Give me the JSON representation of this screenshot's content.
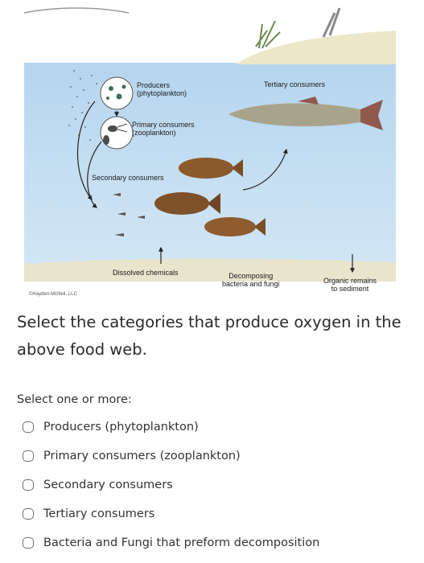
{
  "diagram": {
    "labels": {
      "producers": [
        "Producers",
        "(phytoplankton)"
      ],
      "primary": [
        "Primary consumers",
        "(zooplankton)"
      ],
      "secondary": "Secondary consumers",
      "tertiary": "Tertiary consumers",
      "dissolved": "Dissolved chemicals",
      "decomposing": [
        "Decomposing",
        "bacteria and fungi"
      ],
      "organic": [
        "Organic remains",
        "to sediment"
      ],
      "copyright": "©Hayden-McNeil, LLC"
    },
    "colors": {
      "water": "#b6d6ef",
      "sky": "#ffffff",
      "sediment": "#e9e4cc",
      "land": "#ece7c8",
      "fish_body": "#8b5a2b",
      "pike_body": "#a8a48c"
    }
  },
  "question": "Select the categories that produce oxygen in the above food web.",
  "select_prompt": "Select one or more:",
  "options": [
    "Producers (phytoplankton)",
    "Primary consumers (zooplankton)",
    "Secondary consumers",
    "Tertiary consumers",
    "Bacteria and Fungi that preform decomposition"
  ]
}
